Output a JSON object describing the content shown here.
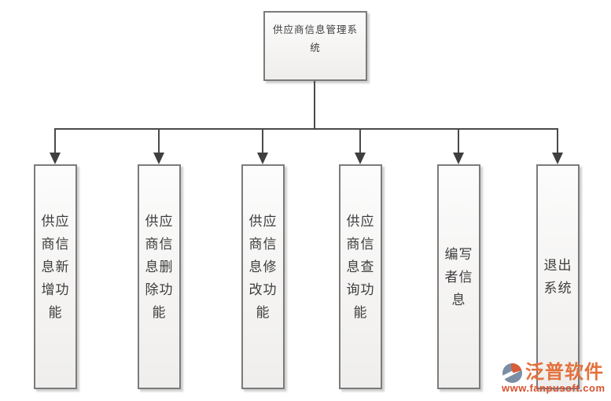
{
  "diagram": {
    "root": {
      "label": "供应商信息管理系统",
      "lines": "供应商信息管理系\n统"
    },
    "children": [
      {
        "label": "供应商信息新增功能",
        "lines": "供应\n商信\n息新\n增功\n能"
      },
      {
        "label": "供应商信息删除功能",
        "lines": "供应\n商信\n息删\n除功\n能"
      },
      {
        "label": "供应商信息修改功能",
        "lines": "供应\n商信\n息修\n改功\n能"
      },
      {
        "label": "供应商信息查询功能",
        "lines": "供应\n商信\n息查\n询功\n能"
      },
      {
        "label": "编写者信息",
        "lines": "编写\n者信\n息"
      },
      {
        "label": "退出系统",
        "lines": "退出\n系统"
      }
    ]
  },
  "watermark": {
    "brand": "泛普软件",
    "url": "www.fanpusoft.com",
    "icon": "fanpu-logo-icon"
  },
  "colors": {
    "connector": "#4a4a4a",
    "arrowhead": "#3f3f3f",
    "node_border": "#7b7b7b",
    "node_fill_top": "#fcfcfc",
    "node_fill_bottom": "#efeeec",
    "node_text": "#3d3d3d",
    "watermark_brand": "#e4713c",
    "watermark_url": "#d8512e",
    "logo_slate": "#7c8ea4",
    "logo_orange": "#d85c3a"
  }
}
